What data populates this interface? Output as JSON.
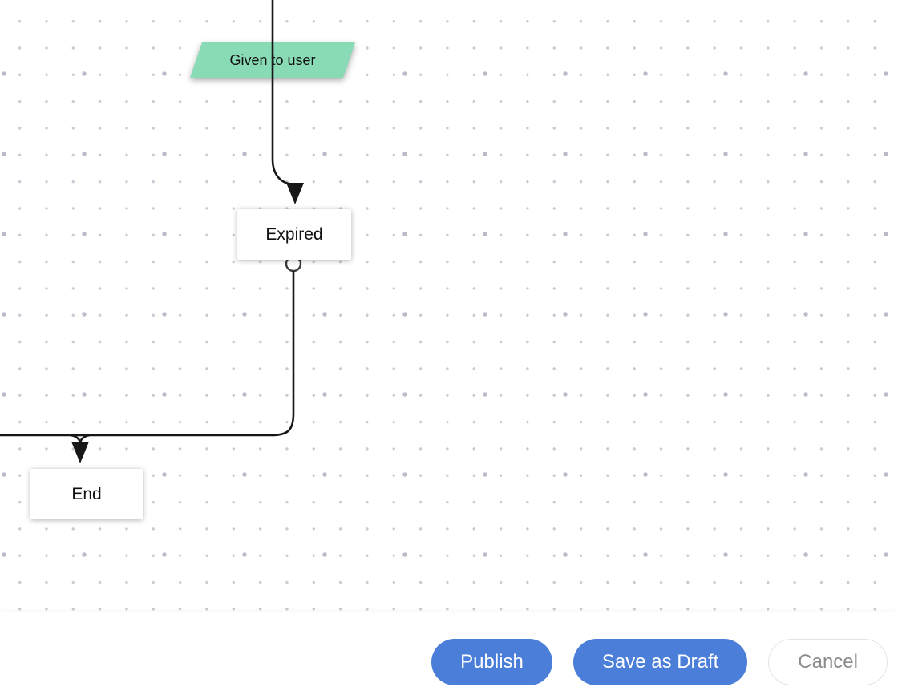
{
  "diagram": {
    "nodes": [
      {
        "id": "given-to-user",
        "label": "Given to user",
        "shape": "parallelogram",
        "fill": "#89dbb6"
      },
      {
        "id": "expired",
        "label": "Expired",
        "shape": "rectangle",
        "fill": "#ffffff"
      },
      {
        "id": "end",
        "label": "End",
        "shape": "rectangle",
        "fill": "#ffffff"
      }
    ],
    "edges": [
      {
        "from": "offscreen-top",
        "to": "expired",
        "passes_through": "given-to-user"
      },
      {
        "from": "expired",
        "to": "end"
      },
      {
        "from": "offscreen-left",
        "to": "end"
      }
    ]
  },
  "footer": {
    "buttons": [
      {
        "id": "publish",
        "label": "Publish",
        "variant": "primary"
      },
      {
        "id": "save-as-draft",
        "label": "Save as Draft",
        "variant": "primary"
      },
      {
        "id": "cancel",
        "label": "Cancel",
        "variant": "secondary"
      }
    ]
  },
  "colors": {
    "primary_button": "#4b7ed8",
    "primary_button_text": "#ffffff",
    "cancel_button_text": "#8b8b8b",
    "cancel_button_border": "#e4e4e4",
    "node_green": "#89dbb6",
    "node_text": "#111111",
    "edge_stroke": "#171717",
    "grid_dot_small": "#c9cad4",
    "grid_dot_large": "#b9bbc8",
    "canvas_background": "#ffffff"
  }
}
